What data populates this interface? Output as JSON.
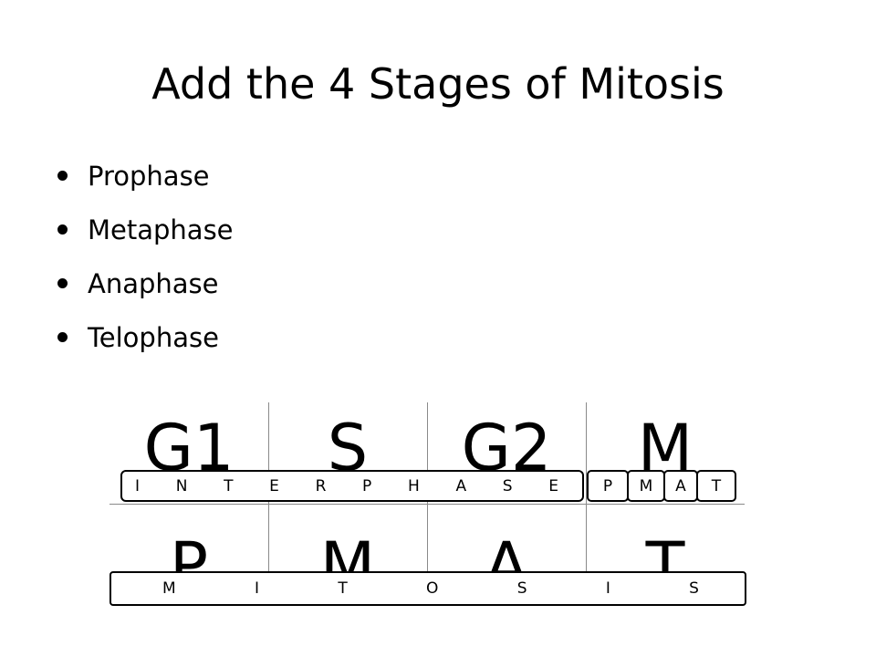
{
  "slide": {
    "title": "Add the 4 Stages of Mitosis",
    "bullets": [
      "Prophase",
      "Metaphase",
      "Anaphase",
      "Telophase"
    ]
  },
  "grid": {
    "row1": [
      "G1",
      "S",
      "G2",
      "M"
    ],
    "row2": [
      "P",
      "M",
      "A",
      "T"
    ]
  },
  "labels": {
    "interphase_letters": [
      "I",
      "N",
      "T",
      "E",
      "R",
      "P",
      "H",
      "A",
      "S",
      "E"
    ],
    "pmat_letters": [
      "P",
      "M",
      "A",
      "T"
    ],
    "mitosis_letters": [
      "M",
      "I",
      "T",
      "O",
      "S",
      "I",
      "S"
    ]
  }
}
